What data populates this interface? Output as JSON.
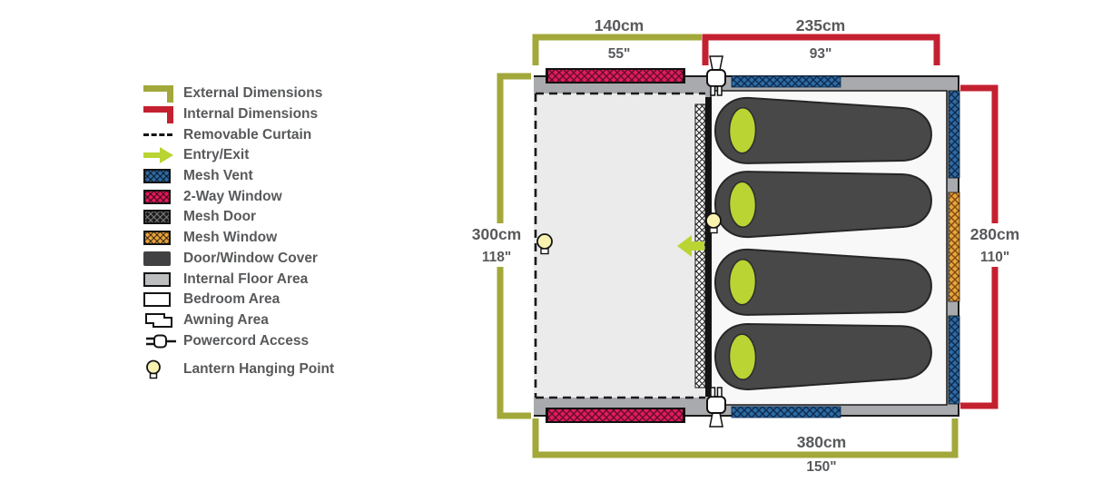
{
  "legend": {
    "items": [
      {
        "label": "External Dimensions",
        "icon": "external-dimensions",
        "color": "#a2a83a"
      },
      {
        "label": "Internal Dimensions",
        "icon": "internal-dimensions",
        "color": "#c42130"
      },
      {
        "label": "Removable Curtain",
        "icon": "removable-curtain"
      },
      {
        "label": "Entry/Exit",
        "icon": "entry-exit",
        "color": "#b9d433"
      },
      {
        "label": "Mesh Vent",
        "icon": "mesh-vent",
        "color": "#2e6ba4"
      },
      {
        "label": "2-Way Window",
        "icon": "two-way-window",
        "color": "#e31a5c"
      },
      {
        "label": "Mesh Door",
        "icon": "mesh-door",
        "color": "#1b1b1b"
      },
      {
        "label": "Mesh Window",
        "icon": "mesh-window",
        "color": "#e9a43e"
      },
      {
        "label": "Door/Window Cover",
        "icon": "door-window-cover",
        "color": "#414042"
      },
      {
        "label": "Internal Floor Area",
        "icon": "internal-floor-area",
        "color": "#bcbec0"
      },
      {
        "label": "Bedroom Area",
        "icon": "bedroom-area",
        "color": "#ffffff"
      },
      {
        "label": "Awning Area",
        "icon": "awning-area",
        "color": "#ffffff"
      },
      {
        "label": "Powercord Access",
        "icon": "powercord-access"
      },
      {
        "label": "Lantern Hanging Point",
        "icon": "lantern-hanging-point",
        "color": "#f8f2b0"
      }
    ]
  },
  "dimensions": {
    "awning_width": {
      "cm": "140cm",
      "in": "55\""
    },
    "bedroom_width": {
      "cm": "235cm",
      "in": "93\""
    },
    "external_depth": {
      "cm": "300cm",
      "in": "118\""
    },
    "internal_depth": {
      "cm": "280cm",
      "in": "110\""
    },
    "external_width": {
      "cm": "380cm",
      "in": "150\""
    }
  },
  "plan": {
    "sleeping_bag_count": 4,
    "lantern_hanging_points": 2,
    "powercord_access_points": 2
  },
  "colors": {
    "external_dimensions": "#a2a83a",
    "internal_dimensions": "#c42130",
    "entry_exit": "#b9d433",
    "mesh_vent": "#2e6ba4",
    "two_way_window": "#e31a5c",
    "mesh_window": "#e9a43e",
    "wall": "#a8aaad",
    "text": "#58595b"
  }
}
